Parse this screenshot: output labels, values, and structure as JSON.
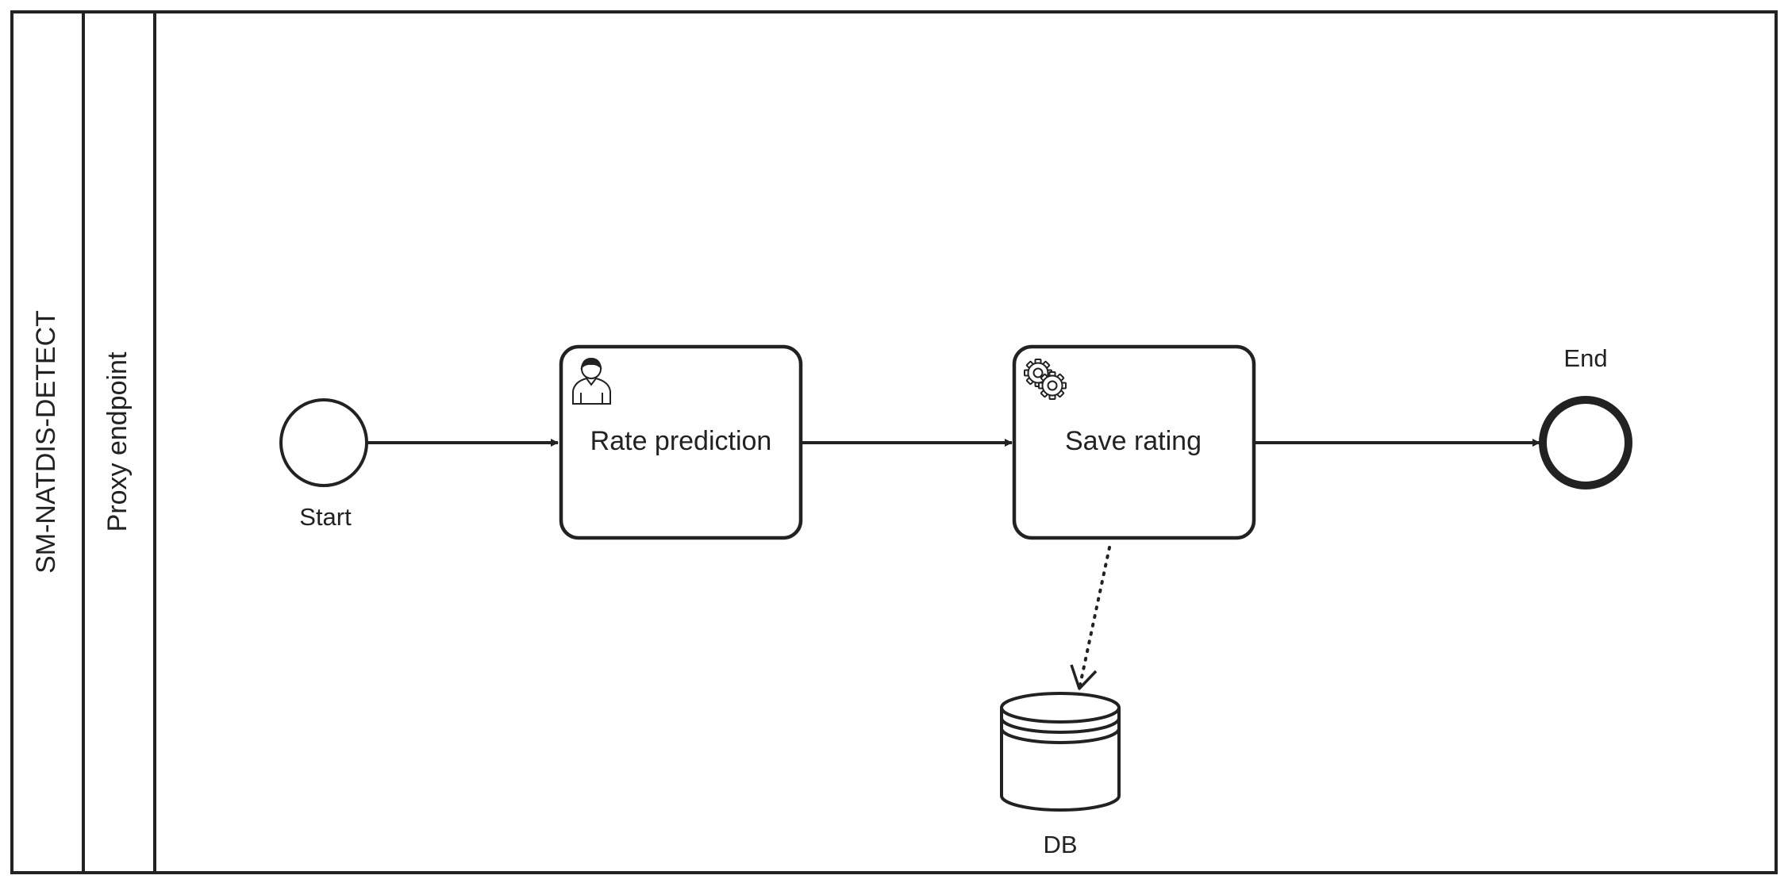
{
  "pool": {
    "label": "SM-NATDIS-DETECT"
  },
  "lane": {
    "label": "Proxy endpoint"
  },
  "events": {
    "start": {
      "label": "Start"
    },
    "end": {
      "label": "End"
    }
  },
  "tasks": {
    "user_task": {
      "label": "Rate prediction",
      "icon": "user-icon"
    },
    "service_task": {
      "label": "Save rating",
      "icon": "gear-icon"
    }
  },
  "data_store": {
    "label": "DB"
  },
  "colors": {
    "stroke": "#222222",
    "background": "#ffffff"
  }
}
